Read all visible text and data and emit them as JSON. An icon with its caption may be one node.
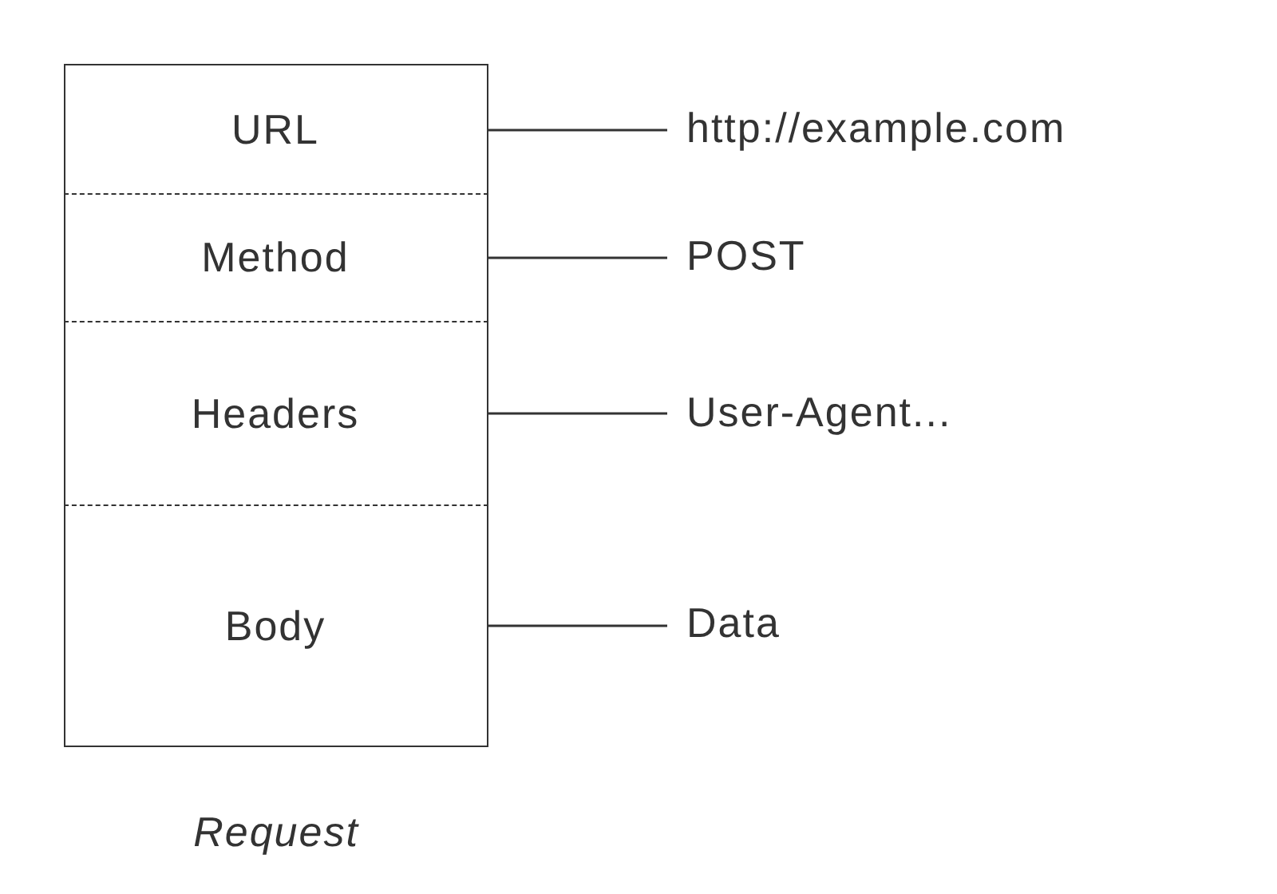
{
  "diagram": {
    "nodes": [
      {
        "text": [],
        "shape": "box",
        "beside": [
          "Request"
        ]
      },
      {
        "text": [
          "URL"
        ],
        "in": 0
      },
      {
        "text": [
          "Method"
        ],
        "in": 0
      },
      {
        "text": [
          "Headers"
        ],
        "in": 0
      },
      {
        "text": [
          "Body"
        ],
        "in": 0
      },
      {
        "text": [
          "http://example.com"
        ]
      },
      {
        "text": [
          "POST"
        ]
      },
      {
        "text": [
          "User-Agent..."
        ]
      },
      {
        "text": [
          "Data"
        ]
      }
    ],
    "edges": [
      {
        "from": 1,
        "to": 5,
        "arrow": "none"
      },
      {
        "from": 2,
        "to": 6,
        "arrow": "none"
      },
      {
        "from": 3,
        "to": 7,
        "arrow": "none"
      },
      {
        "from": 4,
        "to": 8,
        "arrow": "none"
      }
    ]
  }
}
